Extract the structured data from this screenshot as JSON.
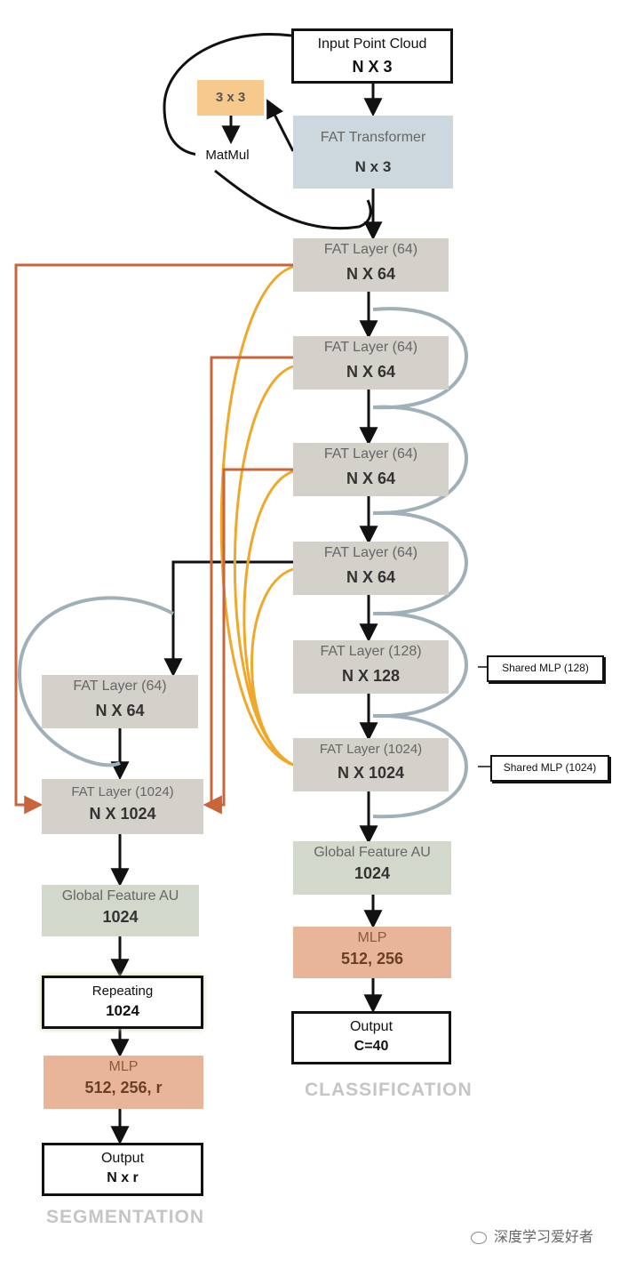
{
  "nodes": {
    "input": {
      "t1": "Input Point Cloud",
      "t2": "N X 3"
    },
    "three_by_three": {
      "t1": "3 x 3"
    },
    "matmul": {
      "t1": "MatMul"
    },
    "fat_transformer": {
      "t1": "FAT Transformer",
      "t2": "N x 3"
    },
    "fat1": {
      "t1": "FAT Layer (64)",
      "t2": "N X 64"
    },
    "fat2": {
      "t1": "FAT Layer (64)",
      "t2": "N X 64"
    },
    "fat3": {
      "t1": "FAT Layer (64)",
      "t2": "N X 64"
    },
    "fat4": {
      "t1": "FAT Layer (64)",
      "t2": "N X 64"
    },
    "fat5": {
      "t1": "FAT Layer (128)",
      "t2": "N X 128"
    },
    "fat6": {
      "t1": "FAT Layer (1024)",
      "t2": "N X 1024"
    },
    "cls_global": {
      "t1": "Global Feature AU",
      "t2": "1024"
    },
    "cls_mlp": {
      "t1": "MLP",
      "t2": "512, 256"
    },
    "cls_output": {
      "t1": "Output",
      "t2": "C=40"
    },
    "seg_fat64": {
      "t1": "FAT Layer (64)",
      "t2": "N X 64"
    },
    "seg_fat1024": {
      "t1": "FAT Layer (1024)",
      "t2": "N X 1024"
    },
    "seg_global": {
      "t1": "Global Feature AU",
      "t2": "1024"
    },
    "seg_repeating": {
      "t1": "Repeating",
      "t2": "1024"
    },
    "seg_mlp": {
      "t1": "MLP",
      "t2": "512, 256, r"
    },
    "seg_output": {
      "t1": "Output",
      "t2": "N x r"
    }
  },
  "side_labels": {
    "shared_mlp_128": "Shared MLP (128)",
    "shared_mlp_1024": "Shared MLP (1024)"
  },
  "captions": {
    "classification": "CLASSIFICATION",
    "segmentation": "SEGMENTATION"
  },
  "watermark": "深度学习爱好者",
  "colors": {
    "arrow": "#111111",
    "skip_orange": "#c8653a",
    "skip_yellow": "#f0a82a",
    "residual_gray": "#9fb0b8"
  }
}
